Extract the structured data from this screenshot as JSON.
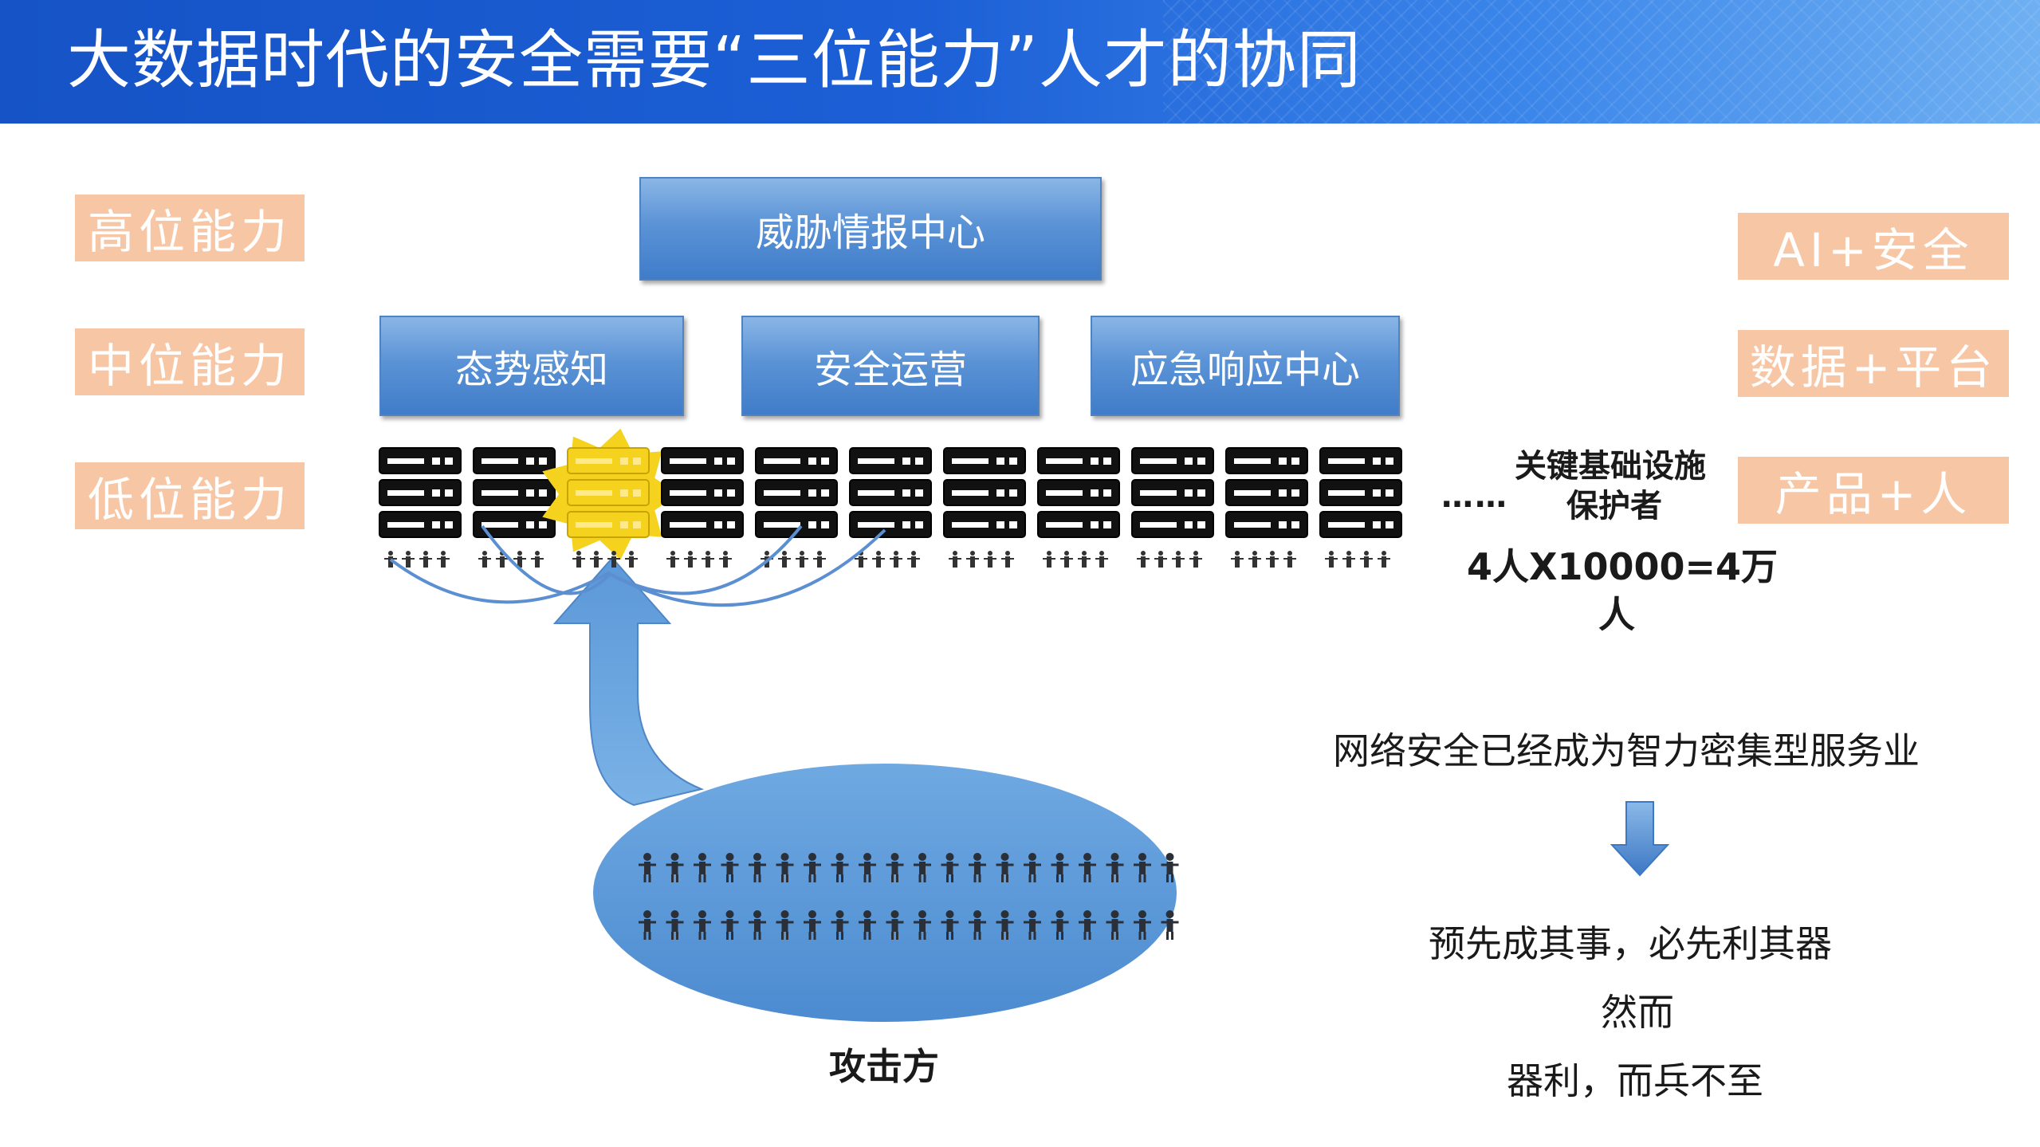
{
  "title": "大数据时代的安全需要“三位能力”人才的协同",
  "left_tags": [
    "高位能力",
    "中位能力",
    "低位能力"
  ],
  "right_tags": [
    "AI+安全",
    "数据+平台",
    "产品+人"
  ],
  "boxes": {
    "top": "威胁情报中心",
    "mid": [
      "态势感知",
      "安全运营",
      "应急响应中心"
    ]
  },
  "infra_label": [
    "关键基础设施",
    "保护者"
  ],
  "ellipsis": "……",
  "headcount": [
    "4人X10000=4万",
    "人"
  ],
  "attacker_label": "攻击方",
  "industry_text": "网络安全已经成为智力密集型服务业",
  "proverb": [
    "预先成其事，必先利其器",
    "然而",
    "器利，而兵不至"
  ],
  "server_count": 11,
  "highlighted_server": 3,
  "attacker_people_per_row": 20,
  "attacker_rows": 2,
  "colors": {
    "accent_blue": "#2f6fd0",
    "tag_orange": "#f7c6a4",
    "box_blue": "#5b93d6",
    "arrow_blue": "#5b9ad8",
    "server_black": "#111111",
    "highlight_yellow": "#f5d21e"
  }
}
